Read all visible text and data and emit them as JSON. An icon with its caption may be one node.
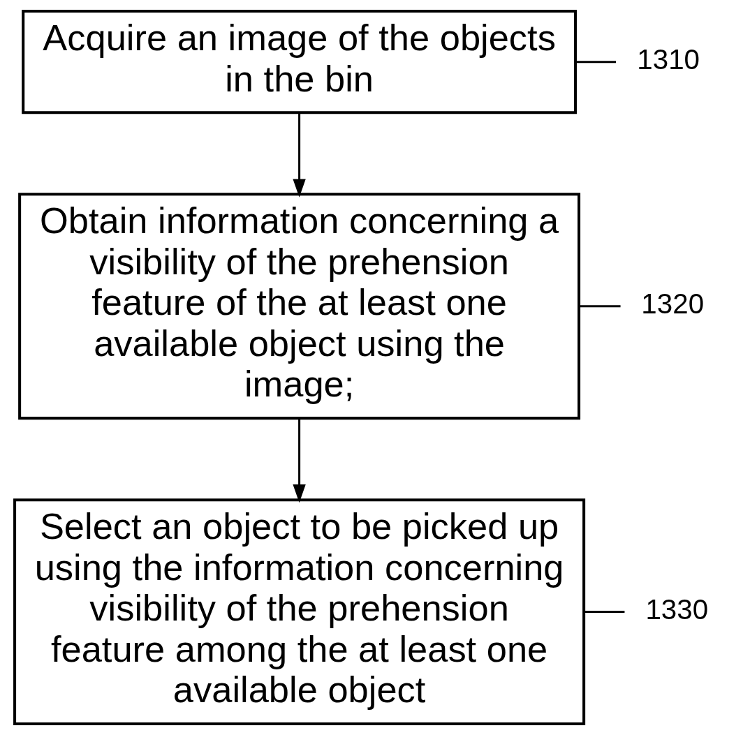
{
  "diagram": {
    "nodes": [
      {
        "text": [
          "Acquire an image of the objects in the bin"
        ]
      },
      {
        "text": [
          "1310"
        ]
      },
      {
        "text": [
          "Obtain information concerning a visibility of the prehension feature of the at least one available object using the image;"
        ]
      },
      {
        "text": [
          "1320"
        ]
      },
      {
        "text": [
          "Select an object to be picked up using the information concerning visibility of the prehension feature among the at least one available object"
        ]
      },
      {
        "text": [
          "1330"
        ]
      }
    ],
    "edges": [
      {
        "from": 0,
        "to": 2,
        "arrow": "to"
      },
      {
        "from": 2,
        "to": 4,
        "arrow": "to"
      },
      {
        "from": 1,
        "to": 0,
        "arrow": "none"
      },
      {
        "from": 3,
        "to": 2,
        "arrow": "none"
      },
      {
        "from": 5,
        "to": 4,
        "arrow": "none"
      }
    ]
  }
}
